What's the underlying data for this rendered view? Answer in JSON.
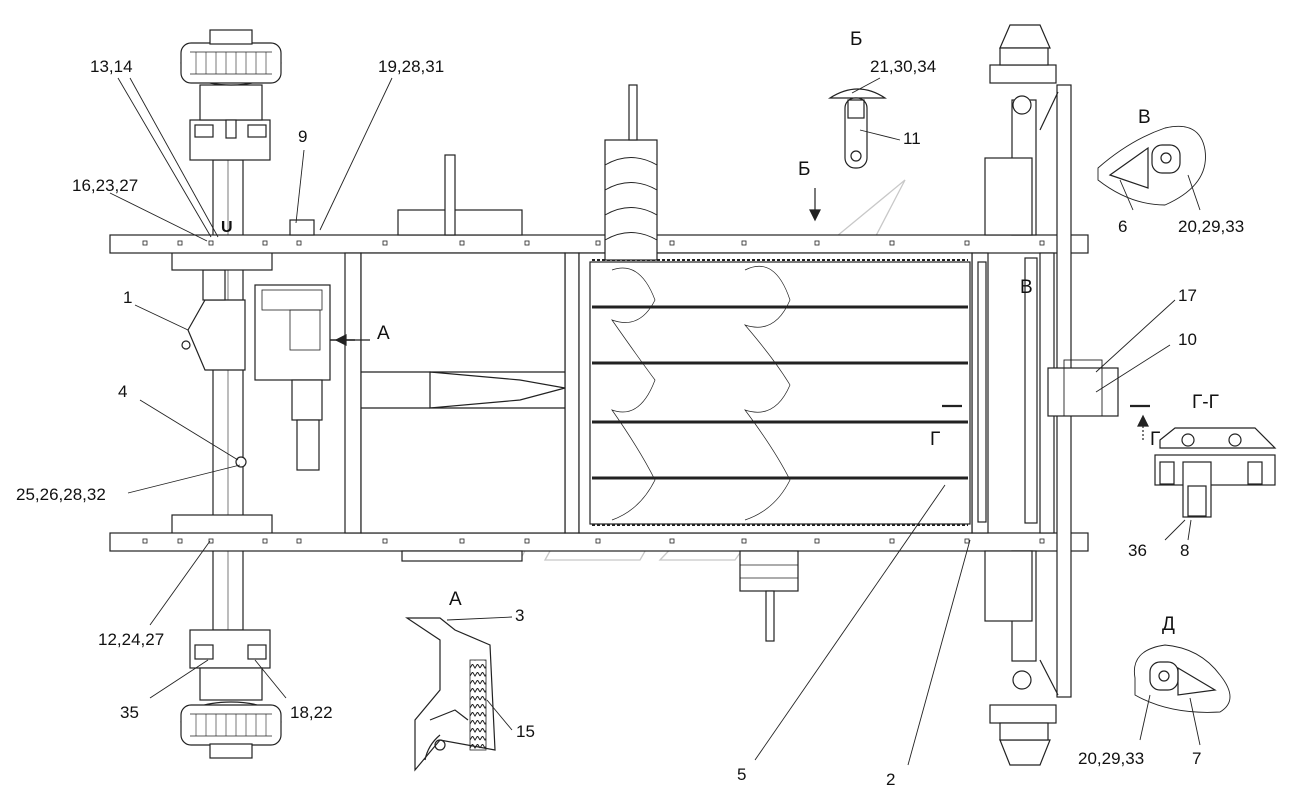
{
  "labels": {
    "l_13_14": "13,14",
    "l_19_28_31": "19,28,31",
    "l_9": "9",
    "l_16_23_27": "16,23,27",
    "l_1": "1",
    "l_4": "4",
    "l_25_26_28_32": "25,26,28,32",
    "l_12_24_27": "12,24,27",
    "l_35": "35",
    "l_18_22": "18,22",
    "l_A_arrow": "А",
    "l_A_view": "А",
    "l_3": "3",
    "l_15": "15",
    "l_B_view": "Б",
    "l_B_arrow": "Б",
    "l_21_30_34": "21,30,34",
    "l_11": "11",
    "l_V_view": "В",
    "l_V_arrow": "В",
    "l_6": "6",
    "l_20_29_33_top": "20,29,33",
    "l_17": "17",
    "l_10": "10",
    "l_GG": "Г-Г",
    "l_G_left": "Г",
    "l_G_right": "Г",
    "l_36": "36",
    "l_8": "8",
    "l_D": "Д",
    "l_20_29_33_bot": "20,29,33",
    "l_7": "7",
    "l_5": "5",
    "l_2": "2",
    "l_U": "U"
  }
}
